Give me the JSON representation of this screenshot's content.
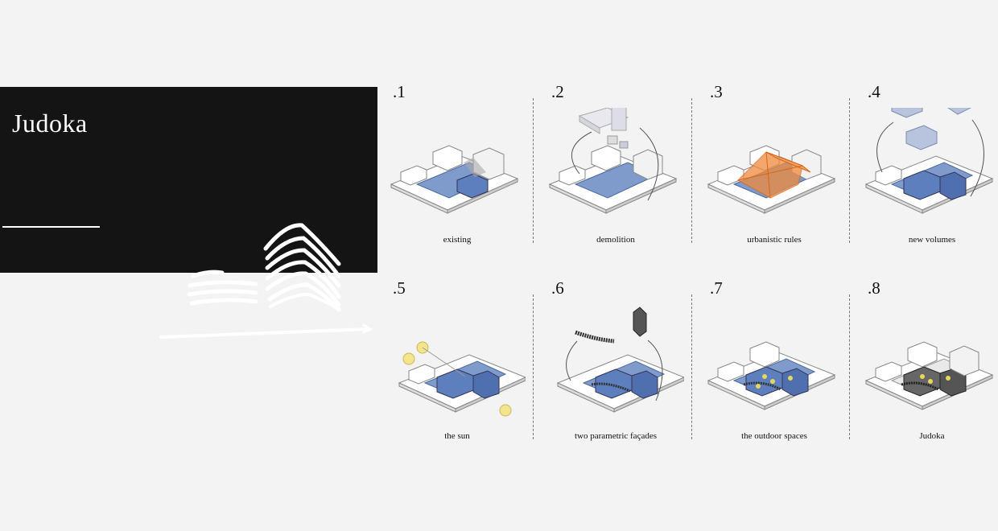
{
  "hero": {
    "title": "Judoka"
  },
  "steps": [
    {
      "number": ".1",
      "caption": "existing"
    },
    {
      "number": ".2",
      "caption": "demolition"
    },
    {
      "number": ".3",
      "caption": "urbanistic rules"
    },
    {
      "number": ".4",
      "caption": "new volumes"
    },
    {
      "number": ".5",
      "caption": "the sun"
    },
    {
      "number": ".6",
      "caption": "two parametric façades"
    },
    {
      "number": ".7",
      "caption": "the outdoor spaces"
    },
    {
      "number": ".8",
      "caption": "Judoka"
    }
  ],
  "colors": {
    "hero_bg": "#141414",
    "site_blue": "#7f9bcb",
    "rules_orange": "#f08a3c",
    "sun_yellow": "#f3e58e",
    "page_bg": "#f3f3f3"
  }
}
